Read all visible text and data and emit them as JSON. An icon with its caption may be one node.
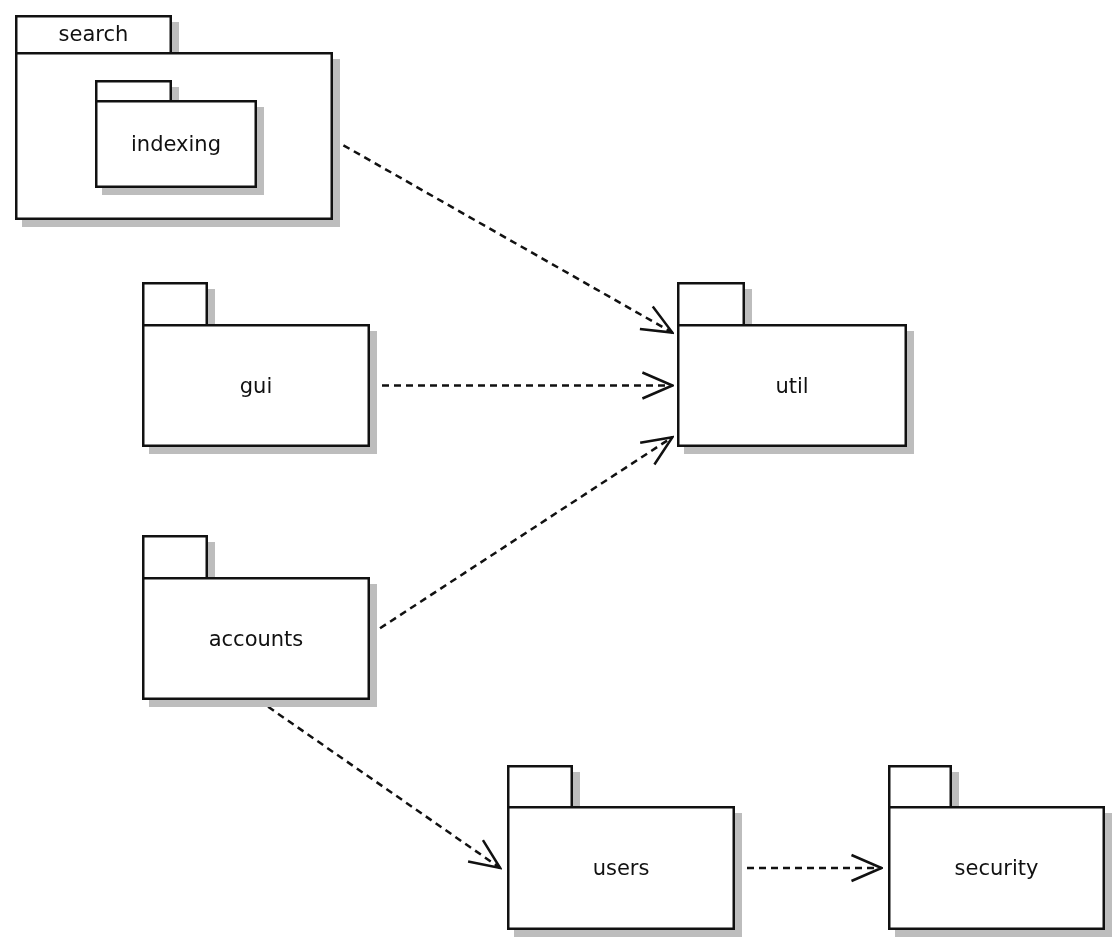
{
  "diagram": {
    "nodes": [
      {
        "text": [
          "search"
        ]
      },
      {
        "text": [
          "indexing"
        ],
        "in": 0
      },
      {
        "text": [
          "gui"
        ]
      },
      {
        "text": [
          "util"
        ]
      },
      {
        "text": [
          "accounts"
        ]
      },
      {
        "text": [
          "users"
        ]
      },
      {
        "text": [
          "security"
        ]
      }
    ],
    "edges": [
      {
        "from": 0,
        "to": 3,
        "arrow": "to",
        "style": "dashed"
      },
      {
        "from": 2,
        "to": 3,
        "arrow": "to",
        "style": "dashed"
      },
      {
        "from": 4,
        "to": 3,
        "arrow": "to",
        "style": "dashed"
      },
      {
        "from": 4,
        "to": 5,
        "arrow": "to",
        "style": "dashed"
      },
      {
        "from": 5,
        "to": 6,
        "arrow": "to",
        "style": "dashed"
      }
    ]
  }
}
